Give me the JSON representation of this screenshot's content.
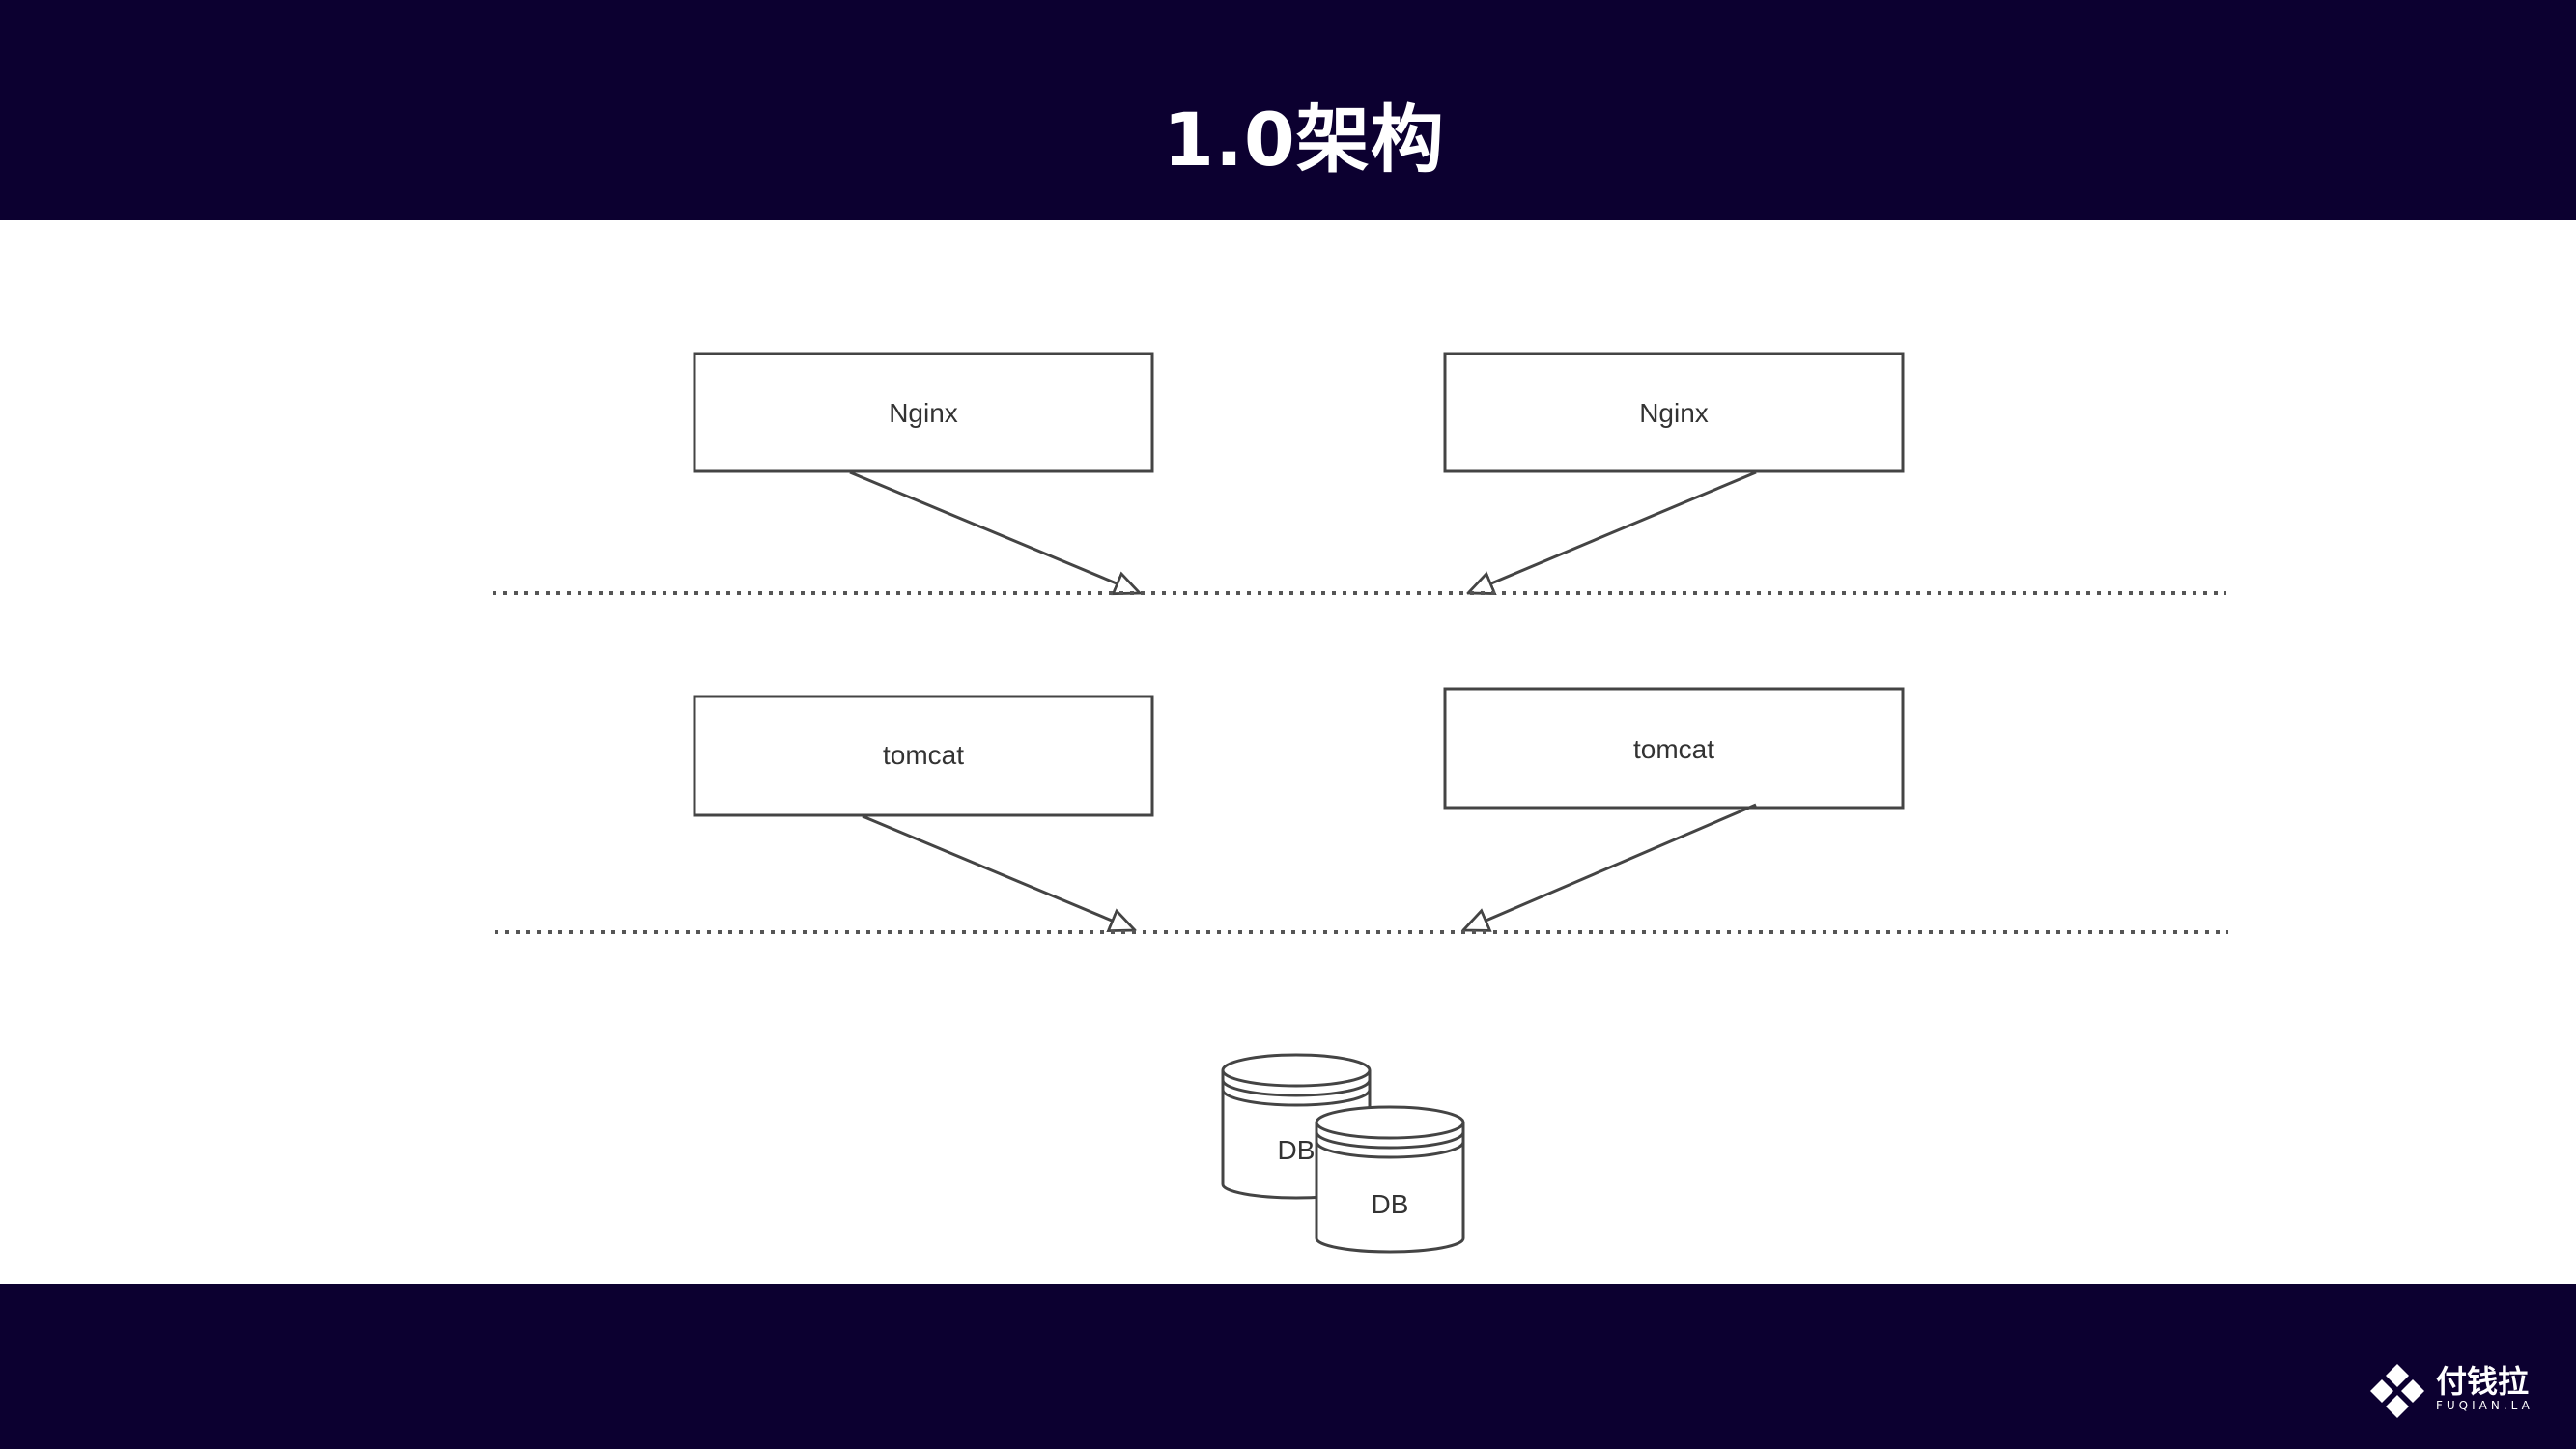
{
  "title": "1.0架构",
  "nodes": {
    "nginx_left": "Nginx",
    "nginx_right": "Nginx",
    "tomcat_left": "tomcat",
    "tomcat_right": "tomcat",
    "db_back": "DB",
    "db_front": "DB"
  },
  "logo": {
    "name": "付钱拉",
    "domain": "FUQIAN.LA"
  },
  "colors": {
    "header_bg": "#0c0030",
    "line": "#444444"
  }
}
